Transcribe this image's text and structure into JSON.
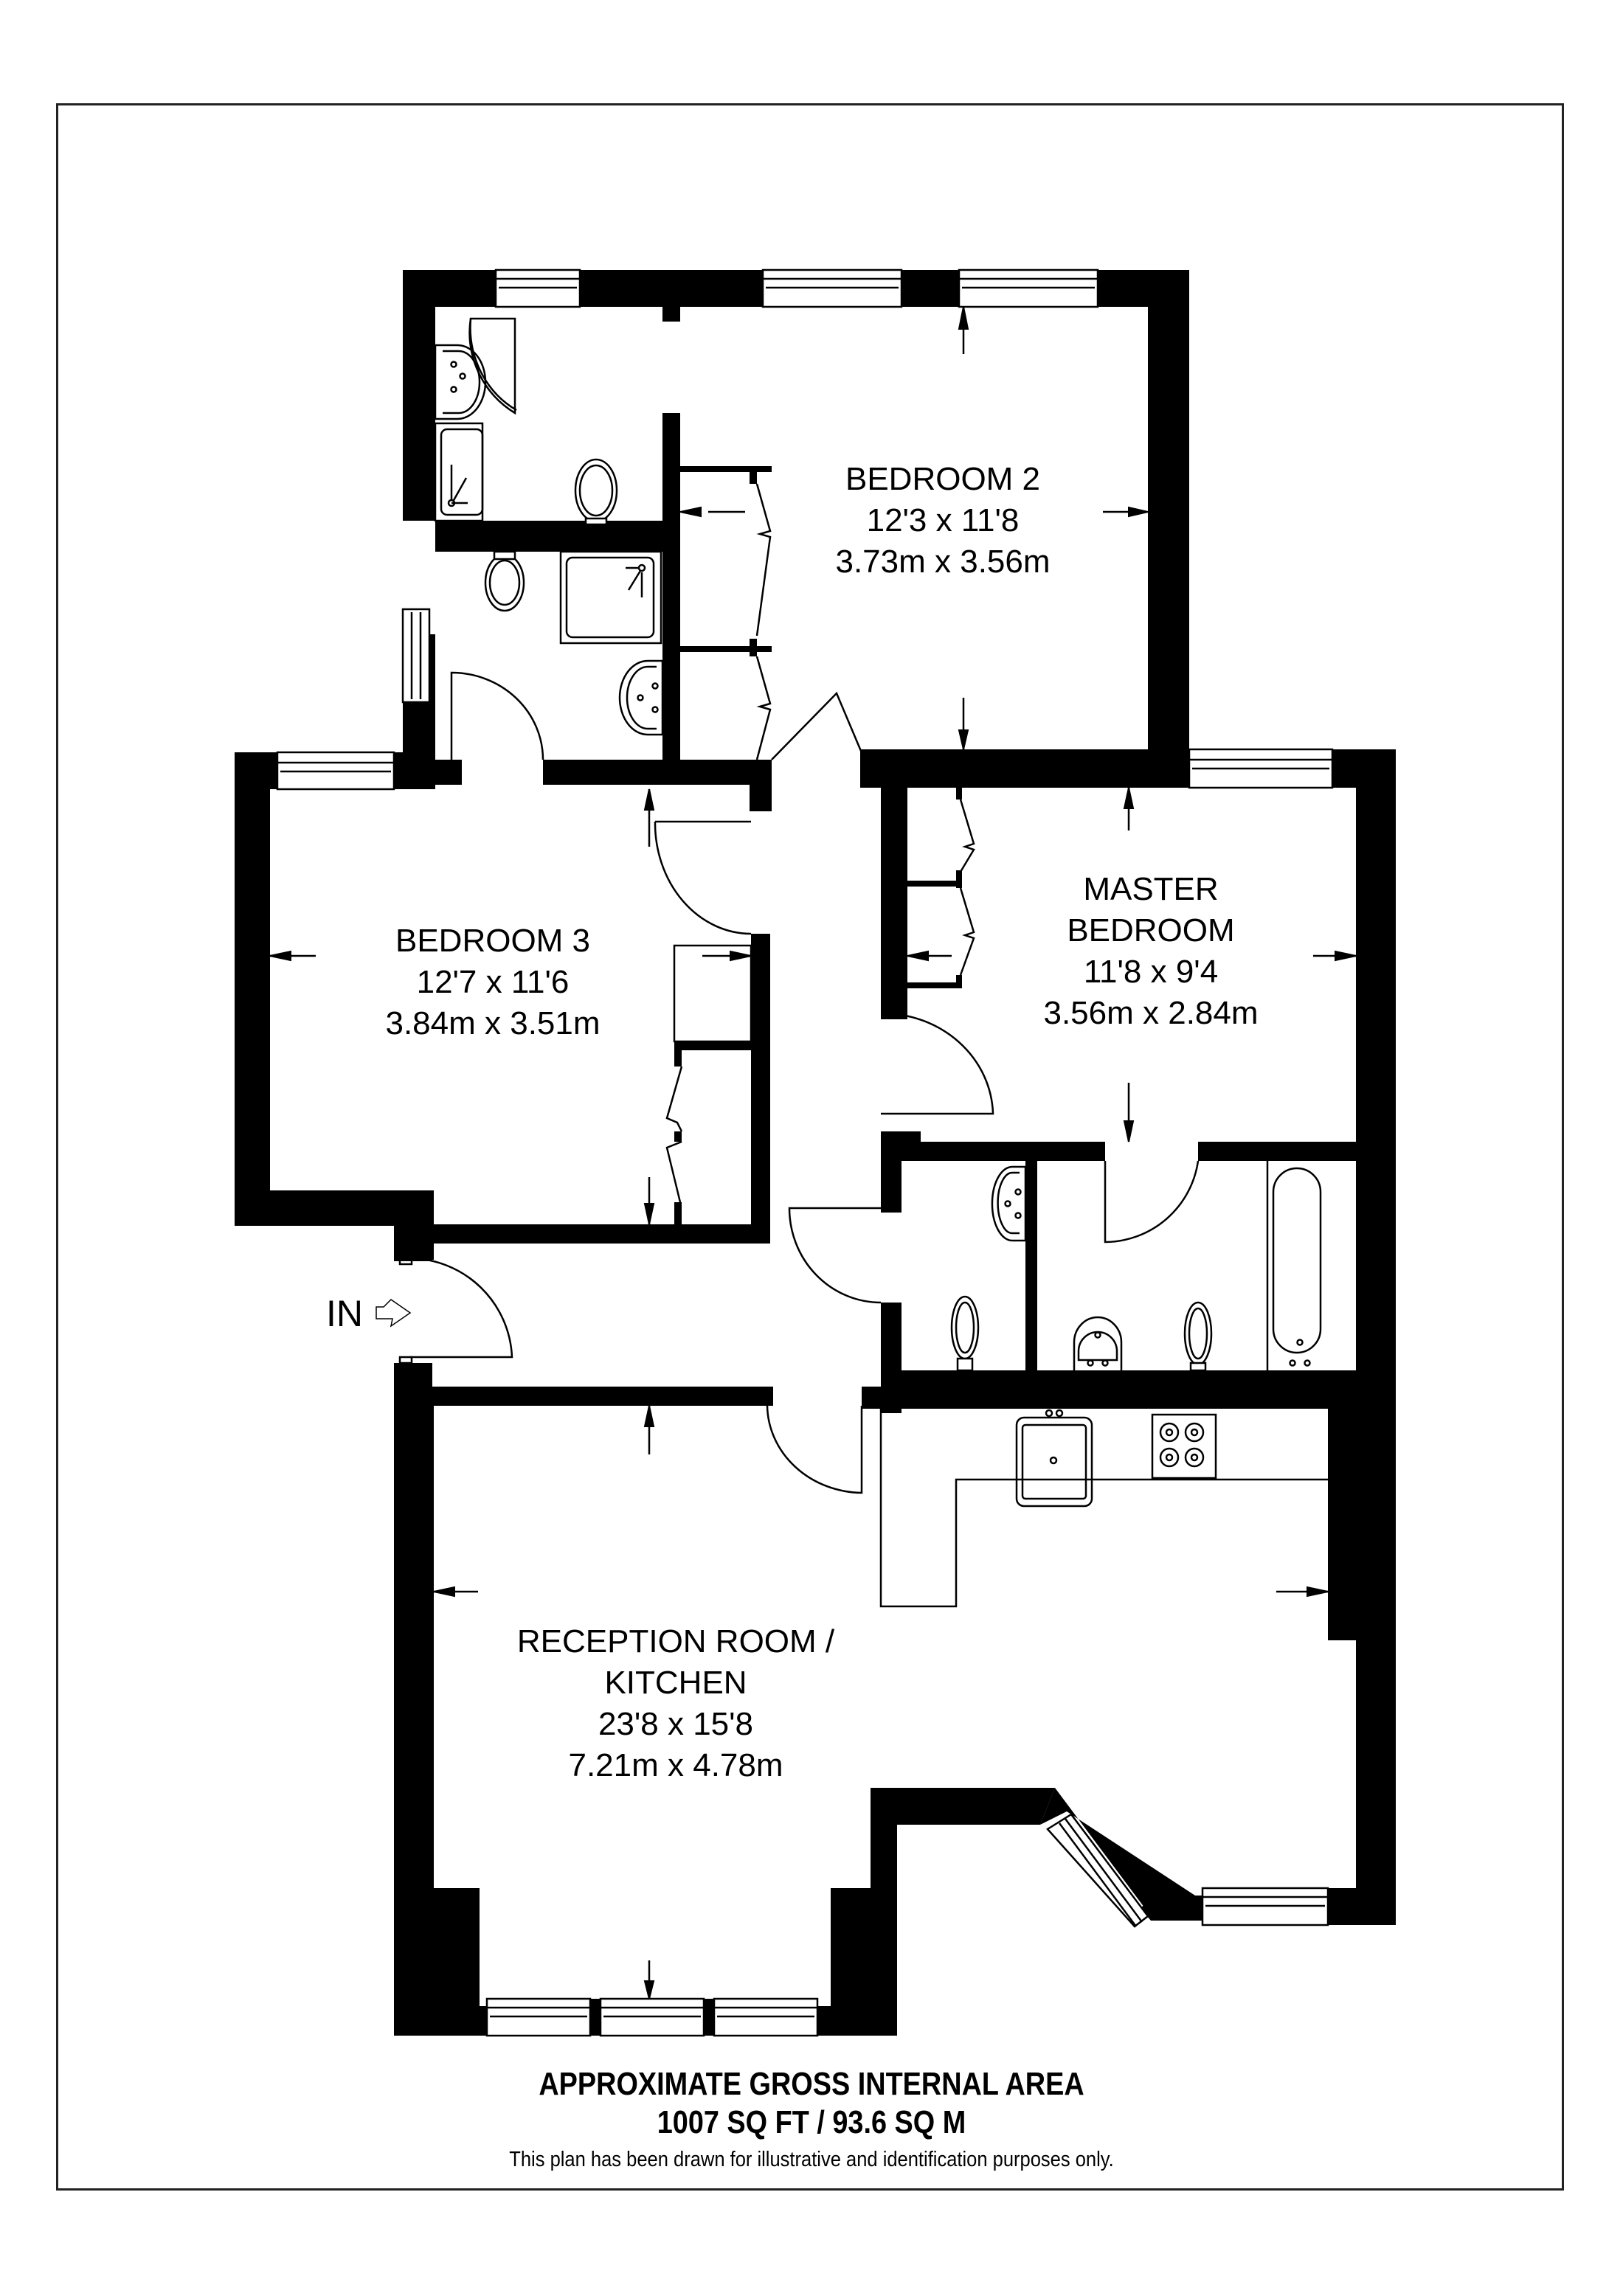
{
  "rooms": {
    "bedroom2": {
      "name": "BEDROOM 2",
      "imperial": "12'3 x 11'8",
      "metric": "3.73m x 3.56m"
    },
    "master": {
      "name_line1": "MASTER",
      "name_line2": "BEDROOM",
      "imperial": "11'8 x 9'4",
      "metric": "3.56m x 2.84m"
    },
    "bedroom3": {
      "name": "BEDROOM 3",
      "imperial": "12'7 x 11'6",
      "metric": "3.84m x 3.51m"
    },
    "reception": {
      "name_line1": "RECEPTION ROOM /",
      "name_line2": "KITCHEN",
      "imperial": "23'8 x 15'8",
      "metric": "7.21m x 4.78m"
    }
  },
  "entrance": {
    "label": "IN",
    "icon": "arrow-right-outline-icon"
  },
  "footer": {
    "area_title": "APPROXIMATE GROSS INTERNAL AREA",
    "area_value": "1007 SQ FT / 93.6 SQ M",
    "disclaimer": "This plan has been drawn for illustrative and identification purposes only."
  },
  "colors": {
    "walls": "#000000",
    "background": "#ffffff",
    "frame": "#222222"
  }
}
